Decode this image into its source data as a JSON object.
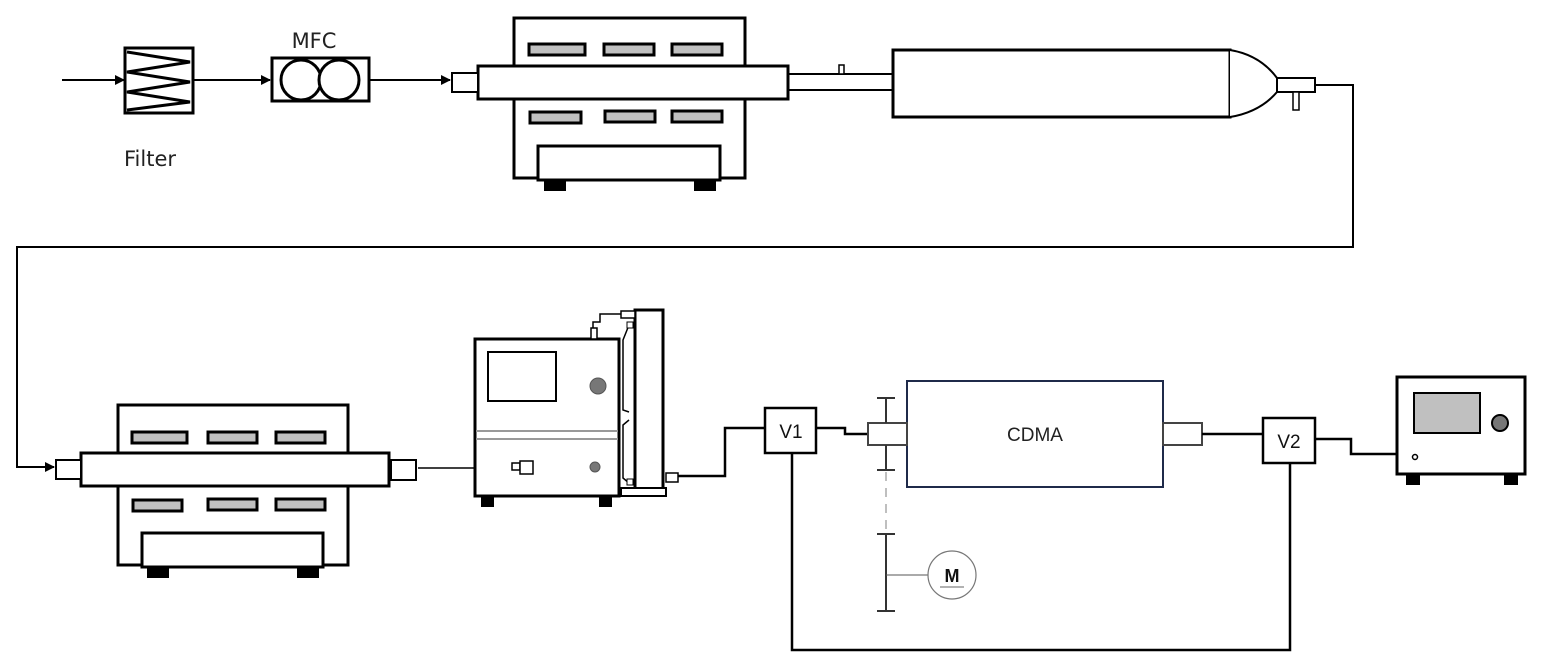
{
  "diagram": {
    "title": "",
    "labels": {
      "filter": "Filter",
      "mfc": "MFC",
      "cdma": "CDMA",
      "v1": "V1",
      "v2": "V2",
      "motor": "M"
    },
    "components": [
      {
        "id": "filter",
        "name": "Filter"
      },
      {
        "id": "mfc",
        "name": "MFC"
      },
      {
        "id": "tube-furnace-1",
        "name": "Tube furnace"
      },
      {
        "id": "reactor-tube",
        "name": "Reactor / collection tube"
      },
      {
        "id": "tube-furnace-2",
        "name": "Tube furnace"
      },
      {
        "id": "conditioning-unit",
        "name": "Conditioning unit"
      },
      {
        "id": "valve-v1",
        "name": "V1"
      },
      {
        "id": "cdma",
        "name": "CDMA"
      },
      {
        "id": "motor",
        "name": "M"
      },
      {
        "id": "valve-v2",
        "name": "V2"
      },
      {
        "id": "detector",
        "name": "Detector"
      }
    ],
    "colors": {
      "line": "#000000",
      "heater": "#c0c0c0",
      "knob": "#777777",
      "cdma_border": "#1f2a4a",
      "motor_line": "#555555"
    }
  }
}
